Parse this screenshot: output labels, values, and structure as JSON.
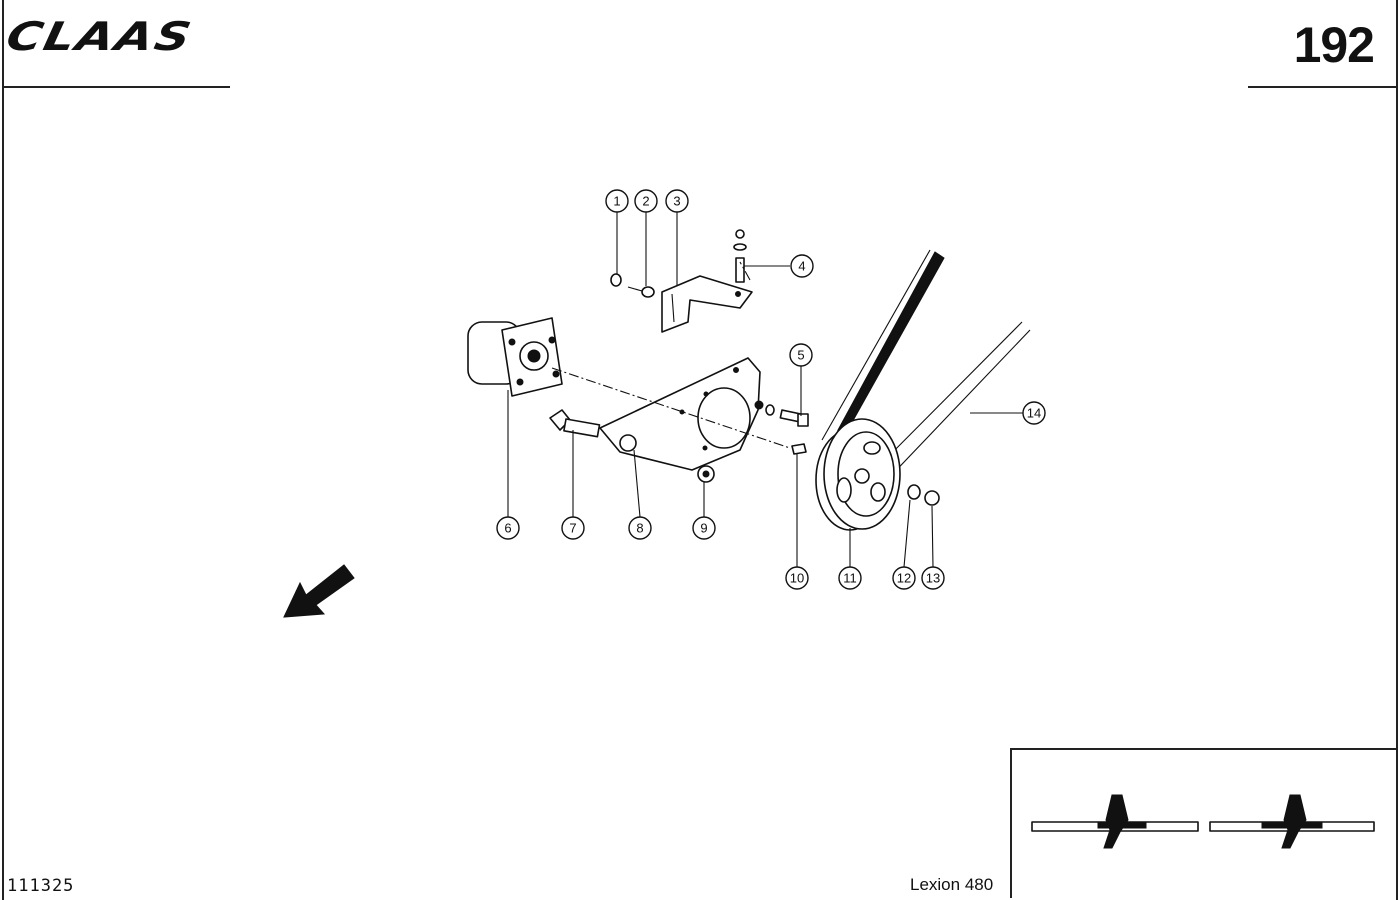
{
  "header": {
    "brand": "CLAAS",
    "page_number": "192"
  },
  "footer": {
    "doc_number": "111325",
    "model": "Lexion 480"
  },
  "callouts": [
    "1",
    "2",
    "3",
    "4",
    "5",
    "6",
    "7",
    "8",
    "9",
    "10",
    "11",
    "12",
    "13",
    "14"
  ],
  "icons": {
    "direction": "direction-arrow-icon"
  }
}
